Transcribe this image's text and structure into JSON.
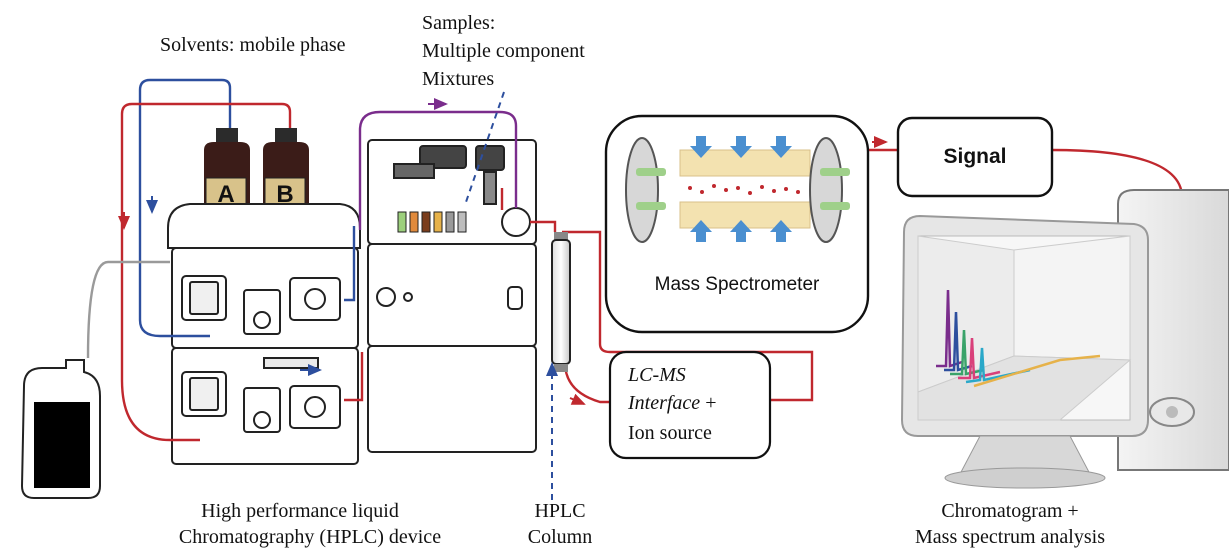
{
  "labels": {
    "solvents": "Solvents: mobile phase",
    "samples_line1": "Samples:",
    "samples_line2": "Multiple component",
    "samples_line3": "Mixtures",
    "bottle_a": "A",
    "bottle_b": "B",
    "mass_spectrometer": "Mass Spectrometer",
    "signal": "Signal",
    "interface_line1": "LC-MS",
    "interface_line2": "Interface",
    "interface_plus": " +",
    "interface_line3": "Ion source",
    "hplc_device_line1": "High performance liquid",
    "hplc_device_line2": "Chromatography (HPLC) device",
    "hplc_column_line1": "HPLC",
    "hplc_column_line2": "Column",
    "chromatogram_line1": "Chromatogram +",
    "chromatogram_line2": "Mass spectrum analysis"
  },
  "colors": {
    "red_tube": "#c0282e",
    "blue_tube": "#2d4f9e",
    "purple_tube": "#7a2d8c",
    "gray_tube": "#9a9a9a",
    "bottle": "#3b1c18",
    "ms_tube": "#f3e2b0"
  }
}
